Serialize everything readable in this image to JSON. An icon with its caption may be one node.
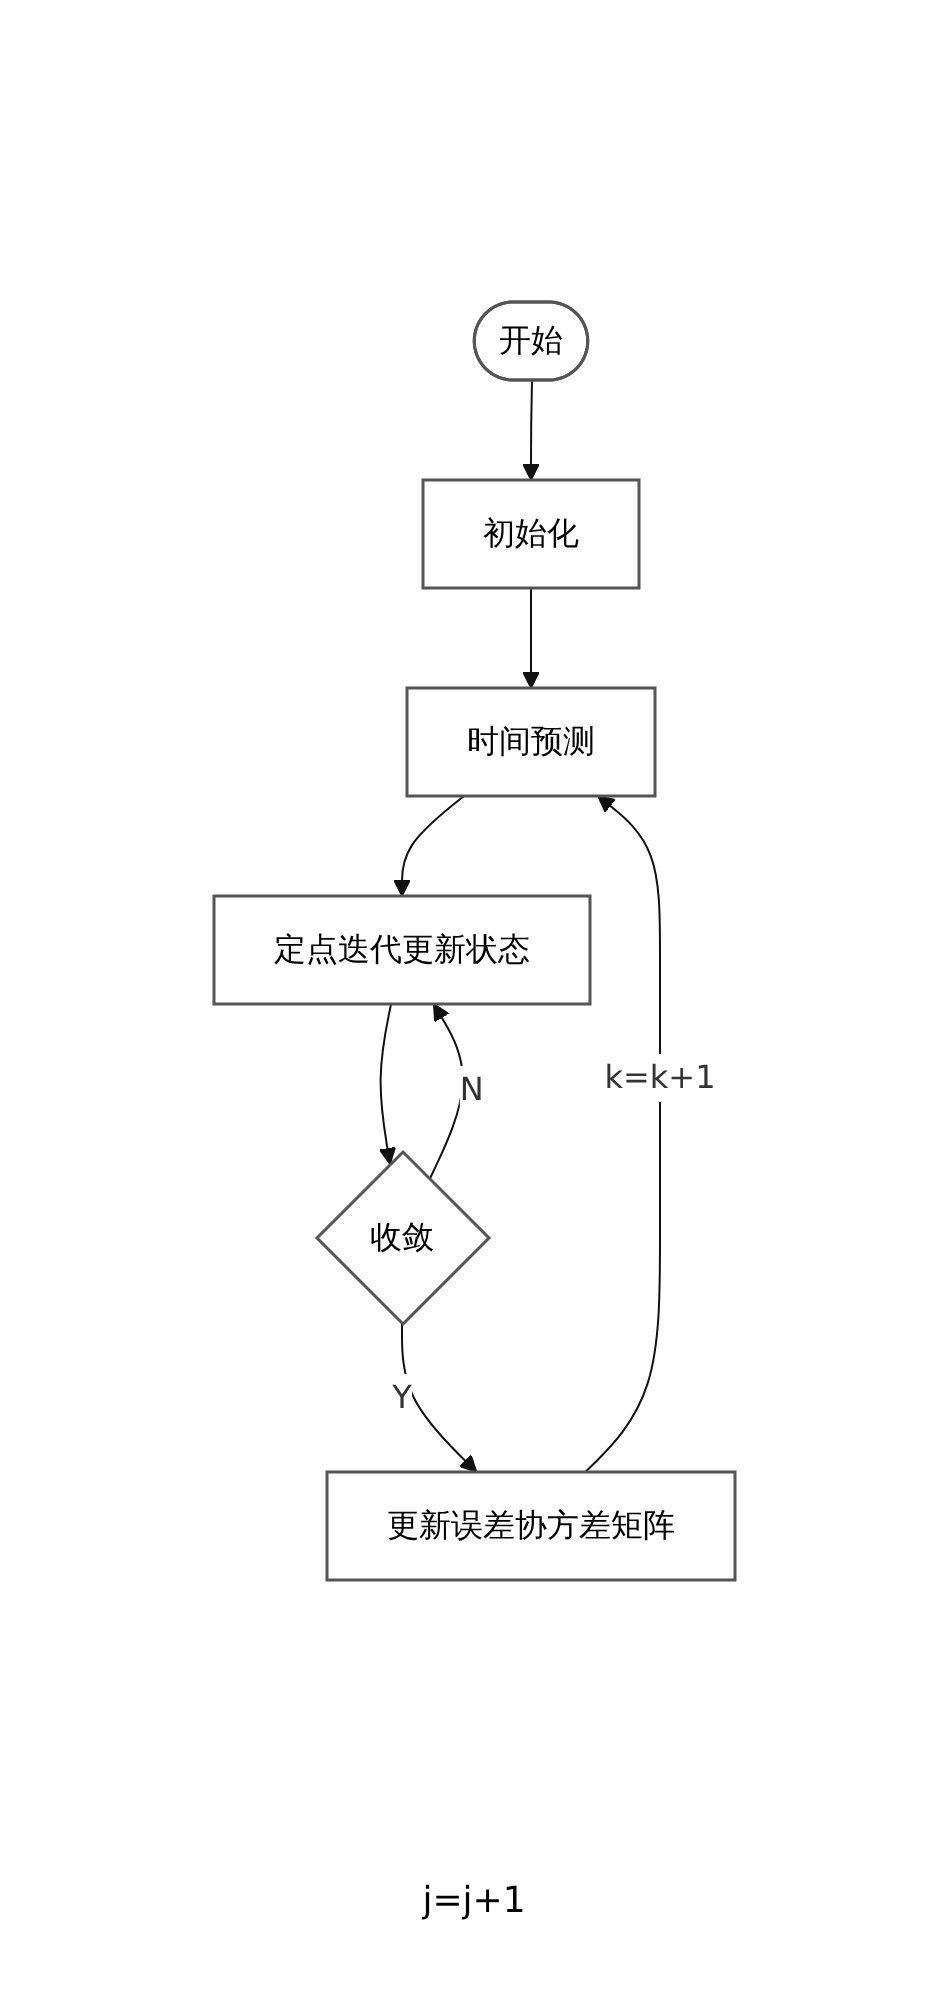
{
  "diagram": {
    "nodes": [
      {
        "text": [
          "开始"
        ]
      },
      {
        "text": [
          "初始化"
        ]
      },
      {
        "text": [
          "时间预测"
        ]
      },
      {
        "text": [
          "定点迭代更新状态"
        ]
      },
      {
        "text": [
          "收敛"
        ]
      },
      {
        "text": [
          "更新误差协方差矩阵"
        ]
      }
    ],
    "edges": [
      {
        "from": 0,
        "to": 1,
        "arrow": "to"
      },
      {
        "from": 1,
        "to": 2,
        "arrow": "to"
      },
      {
        "from": 2,
        "to": 3,
        "arrow": "to"
      },
      {
        "from": 3,
        "to": 4,
        "arrow": "to"
      },
      {
        "from": 4,
        "to": 3,
        "arrow": "to",
        "label": "N"
      },
      {
        "from": 4,
        "to": 5,
        "arrow": "to",
        "label": "Y"
      },
      {
        "from": 5,
        "to": 2,
        "arrow": "to",
        "label": "k=k+1"
      }
    ],
    "labels": [
      "j=j+1"
    ]
  }
}
